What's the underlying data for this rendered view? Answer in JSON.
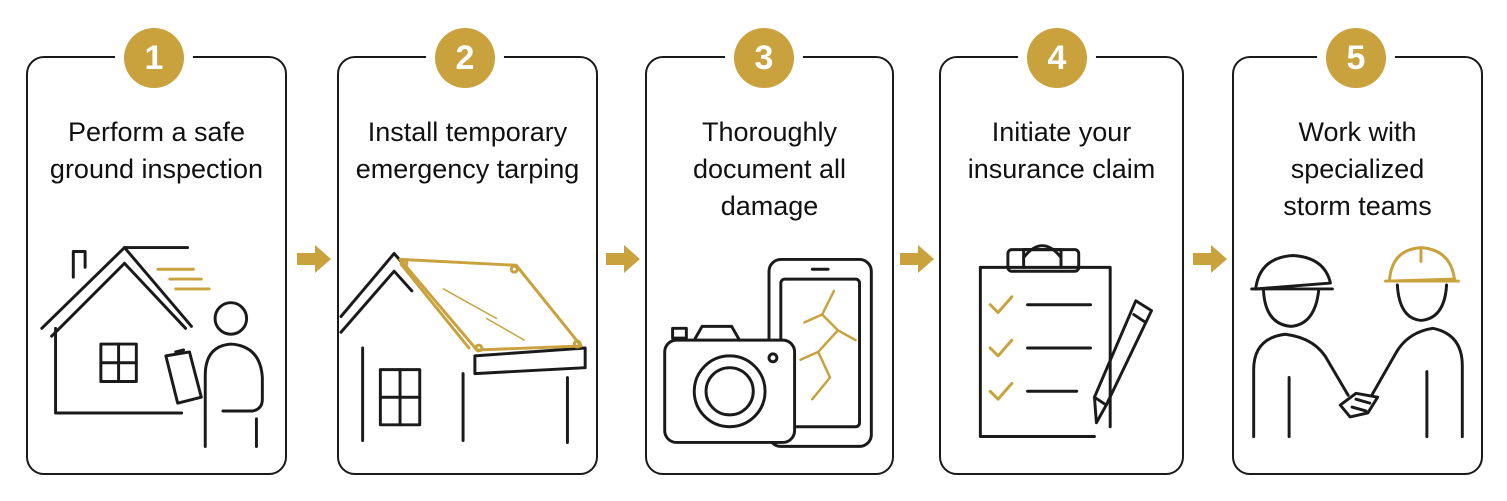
{
  "colors": {
    "accent": "#c9a23e",
    "ink": "#1a1a1a",
    "background": "#ffffff"
  },
  "steps": [
    {
      "number": "1",
      "lines": [
        "Perform a safe",
        "ground inspection"
      ],
      "icon": "house-inspection-icon"
    },
    {
      "number": "2",
      "lines": [
        "Install temporary",
        "emergency tarping"
      ],
      "icon": "roof-tarp-icon"
    },
    {
      "number": "3",
      "lines": [
        "Thoroughly",
        "document all",
        "damage"
      ],
      "icon": "camera-phone-icon"
    },
    {
      "number": "4",
      "lines": [
        "Initiate your",
        "insurance claim"
      ],
      "icon": "clipboard-checklist-icon"
    },
    {
      "number": "5",
      "lines": [
        "Work with",
        "specialized",
        "storm teams"
      ],
      "icon": "handshake-workers-icon"
    }
  ]
}
